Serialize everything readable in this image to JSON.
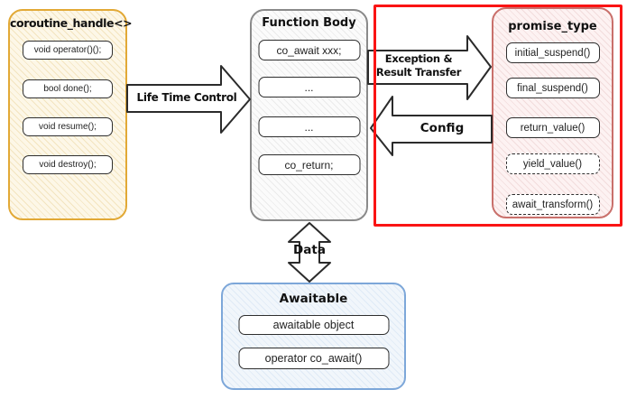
{
  "boxes": {
    "coroutine": {
      "title": "coroutine_handle<>",
      "items": [
        "void operator()();",
        "bool done();",
        "void resume();",
        "void destroy();"
      ]
    },
    "function_body": {
      "title": "Function Body",
      "items": [
        "co_await xxx;",
        "...",
        "...",
        "co_return;"
      ]
    },
    "promise": {
      "title": "promise_type",
      "items": [
        "initial_suspend()",
        "final_suspend()",
        "return_value()",
        "yield_value()",
        "await_transform()"
      ]
    },
    "awaitable": {
      "title": "Awaitable",
      "items": [
        "awaitable object",
        "operator co_await()"
      ]
    }
  },
  "arrows": {
    "life_time_control": {
      "label": "Life Time Control",
      "direction": "right"
    },
    "exception": {
      "label_line1": "Exception &",
      "label_line2": "Result Transfer",
      "direction": "right"
    },
    "config": {
      "label": "Config",
      "direction": "left"
    },
    "data": {
      "label": "Data",
      "direction": "both-vertical"
    }
  },
  "colors": {
    "coroutine_border": "#E2A936",
    "function_border": "#8A8A8A",
    "promise_border": "#C9706B",
    "awaitable_border": "#7DA7D9",
    "highlight_rect": "#FA1414",
    "item_border": "#2F2F2F",
    "arrow_outline": "#2B2B2B",
    "arrow_fill": "#FFFFFF"
  }
}
